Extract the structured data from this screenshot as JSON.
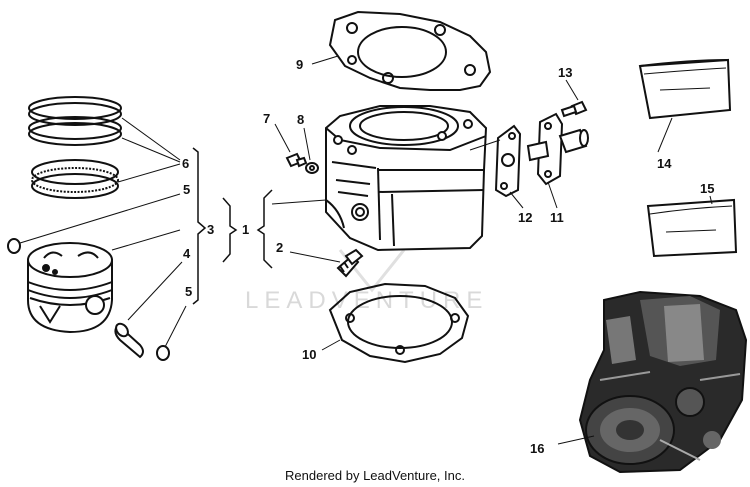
{
  "watermark": "LEADVENTURE",
  "footer": "Rendered by LeadVenture, Inc.",
  "callouts": {
    "c1": "1",
    "c2": "2",
    "c3": "3",
    "c4": "4",
    "c5a": "5",
    "c5b": "5",
    "c6": "6",
    "c7": "7",
    "c8": "8",
    "c9": "9",
    "c10": "10",
    "c11": "11",
    "c12": "12",
    "c13": "13",
    "c14": "14",
    "c15": "15",
    "c16": "16"
  }
}
